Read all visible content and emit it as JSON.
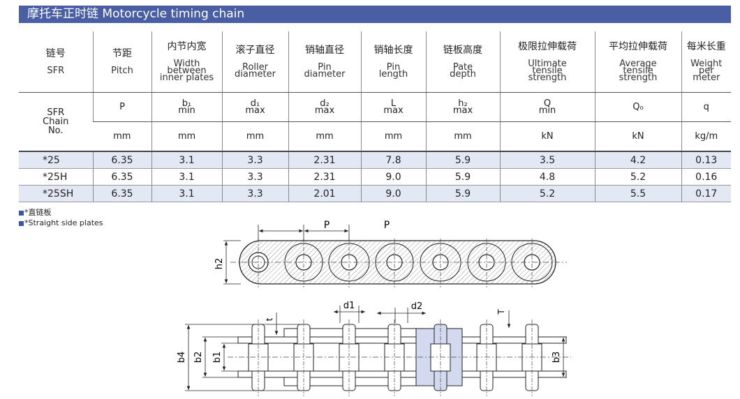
{
  "title": "摩托车正时链  Motorcycle timing chain",
  "header": [
    {
      "zh": "链号",
      "en": [
        "SFR"
      ]
    },
    {
      "zh": "节距",
      "en": [
        "Pitch"
      ]
    },
    {
      "zh": "内节内宽",
      "en": [
        "Width",
        "between",
        "inner plates"
      ]
    },
    {
      "zh": "滚子直径",
      "en": [
        "Roller",
        "diameter"
      ]
    },
    {
      "zh": "销轴直径",
      "en": [
        "Pin",
        "diameter"
      ]
    },
    {
      "zh": "销轴长度",
      "en": [
        "Pin",
        "length"
      ]
    },
    {
      "zh": "链板高度",
      "en": [
        "Pate",
        "depth"
      ]
    },
    {
      "zh": "极限拉伸载荷",
      "en": [
        "Ultimate",
        "tensile",
        "strength"
      ]
    },
    {
      "zh": "平均拉伸载荷",
      "en": [
        "Average",
        "tensile",
        "strength"
      ]
    },
    {
      "zh": "每米长重",
      "en": [
        "Weight",
        "per",
        "meter"
      ]
    }
  ],
  "chain_no_label": [
    "SFR",
    "Chain",
    "No."
  ],
  "symbols": [
    [
      "P"
    ],
    [
      "b₁",
      "min"
    ],
    [
      "d₁",
      "max"
    ],
    [
      "d₂",
      "max"
    ],
    [
      "L",
      "max"
    ],
    [
      "h₂",
      "max"
    ],
    [
      "Q",
      "min"
    ],
    [
      "Q₀"
    ],
    [
      "q"
    ]
  ],
  "units": [
    "mm",
    "mm",
    "mm",
    "mm",
    "mm",
    "mm",
    "kN",
    "kN",
    "kg/m"
  ],
  "rows": [
    [
      "*25",
      "6.35",
      "3.1",
      "3.3",
      "2.31",
      "7.8",
      "5.9",
      "3.5",
      "4.2",
      "0.13"
    ],
    [
      "*25H",
      "6.35",
      "3.1",
      "3.3",
      "2.31",
      "9.0",
      "5.9",
      "4.8",
      "5.2",
      "0.16"
    ],
    [
      "*25SH",
      "6.35",
      "3.1",
      "3.3",
      "2.01",
      "9.0",
      "5.9",
      "5.2",
      "5.5",
      "0.17"
    ]
  ],
  "notes": [
    "*直链板",
    "*Straight side plates"
  ],
  "drawing": {
    "top": [
      "P",
      "P",
      "h2"
    ],
    "bottom": [
      "d1",
      "d2",
      "t",
      "T",
      "b4",
      "b2",
      "b1",
      "b3"
    ]
  },
  "colors": {
    "accent": "#4a5fa3",
    "row_shade": "#e3e8f5"
  }
}
